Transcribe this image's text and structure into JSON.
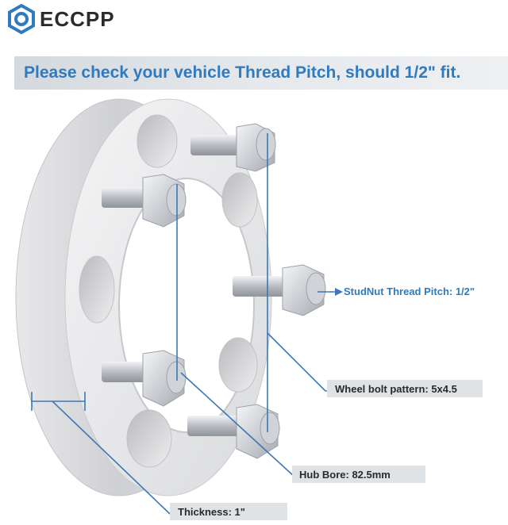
{
  "brand": {
    "name": "ECCPP",
    "logo_icon": "hexagon-nut-icon"
  },
  "banner": {
    "text": "Please check your vehicle Thread Pitch, should 1/2\" fit."
  },
  "callouts": {
    "stud_thread": "StudNut Thread Pitch: 1/2\"",
    "bolt_pattern": "Wheel bolt pattern: 5x4.5",
    "hub_bore": "Hub Bore: 82.5mm",
    "thickness": "Thickness: 1\""
  },
  "colors": {
    "accent": "#2f7bbf",
    "leader": "#3c78b4",
    "label_bg": "#dfe3e6"
  }
}
